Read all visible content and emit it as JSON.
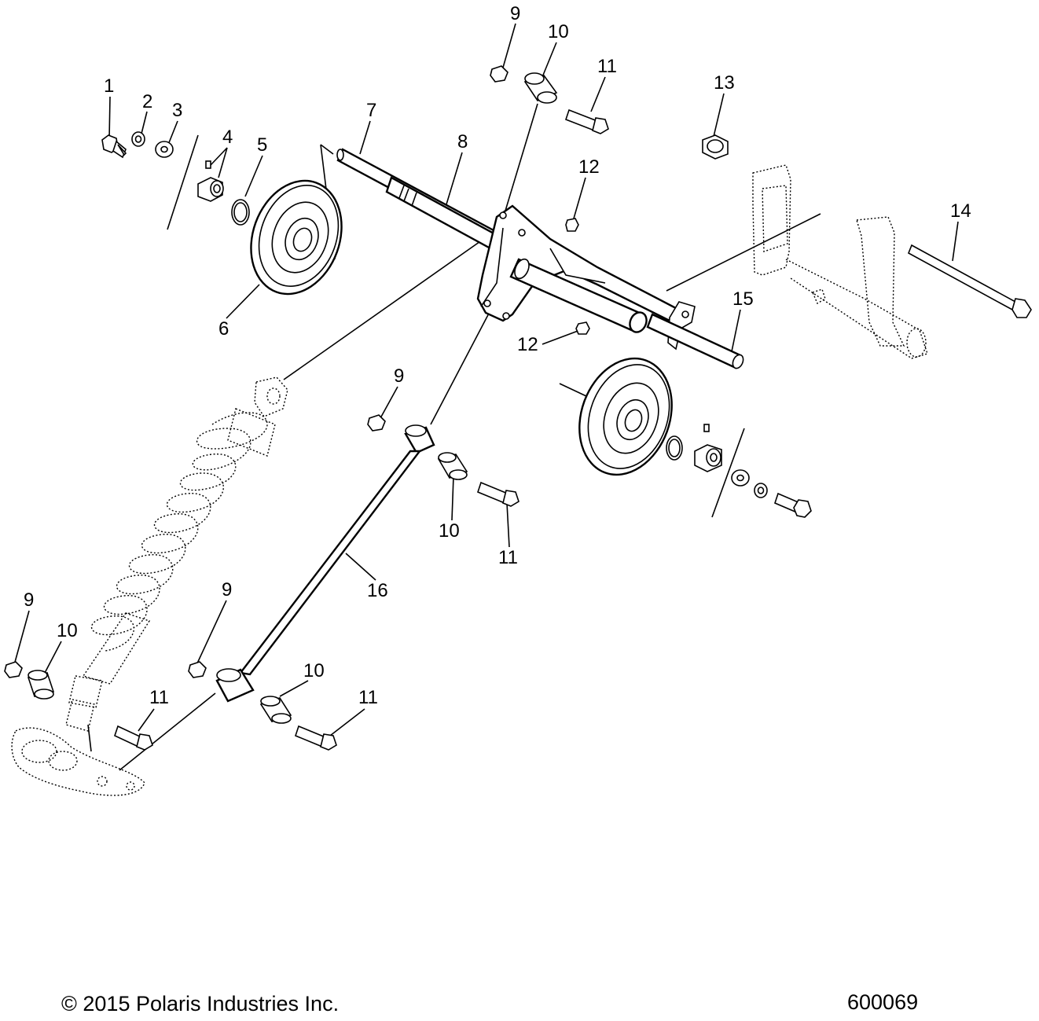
{
  "footer": {
    "copyright": "© 2015 Polaris Industries Inc.",
    "drawing_number": "600069"
  },
  "callouts": {
    "c1": "1",
    "c2": "2",
    "c3": "3",
    "c4": "4",
    "c5": "5",
    "c6": "6",
    "c7": "7",
    "c8": "8",
    "c9a": "9",
    "c9b": "9",
    "c9c": "9",
    "c9d": "9",
    "c10a": "10",
    "c10b": "10",
    "c10c": "10",
    "c10d": "10",
    "c11a": "11",
    "c11b": "11",
    "c11c": "11",
    "c11d": "11",
    "c12a": "12",
    "c12b": "12",
    "c13": "13",
    "c14": "14",
    "c15": "15",
    "c16": "16"
  }
}
